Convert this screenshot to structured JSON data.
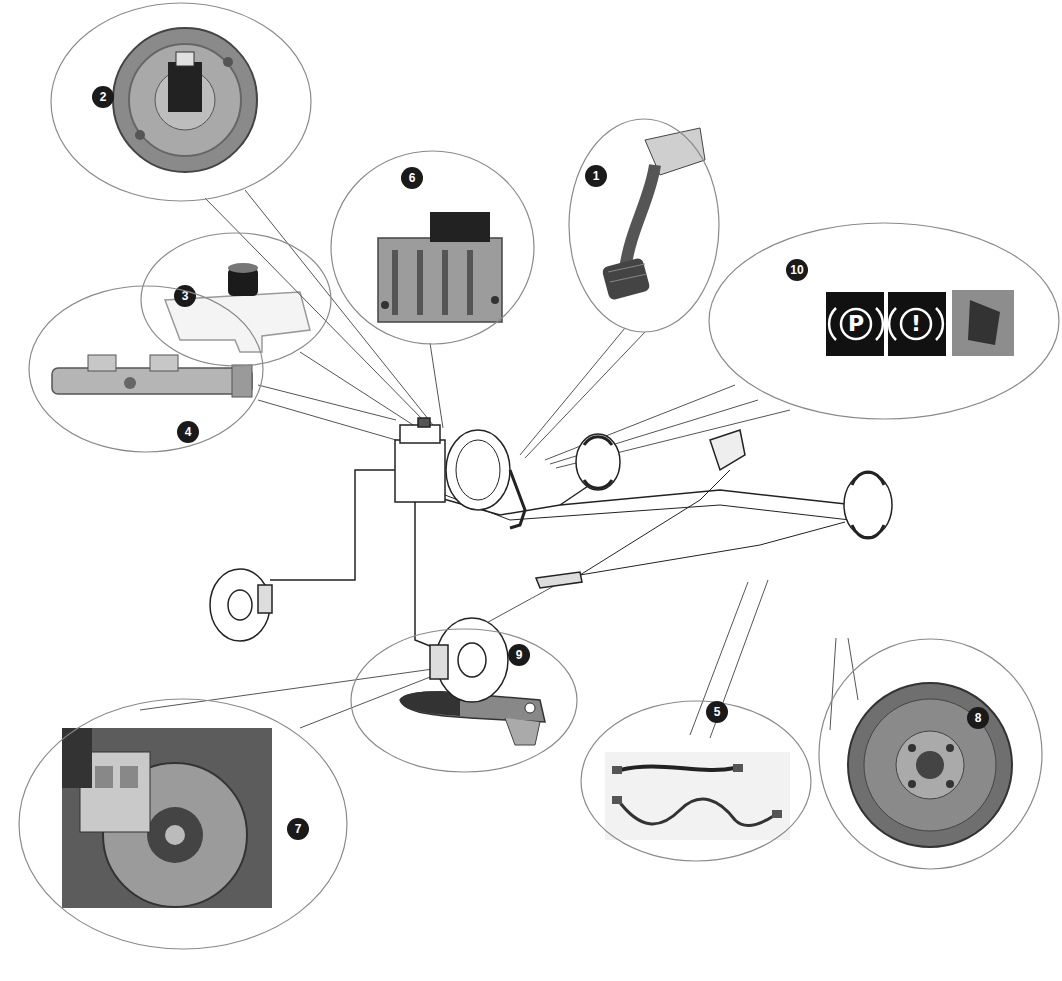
{
  "diagram": {
    "nodes": [
      {
        "text": [
          "2"
        ]
      },
      {
        "text": [
          "6"
        ]
      },
      {
        "text": [
          "1"
        ]
      },
      {
        "text": [
          "10"
        ]
      },
      {
        "text": [
          "3"
        ]
      },
      {
        "text": [
          "4"
        ]
      },
      {
        "text": [
          "9"
        ]
      },
      {
        "text": [
          "5"
        ]
      },
      {
        "text": [
          "8"
        ]
      },
      {
        "text": [
          "7"
        ]
      }
    ],
    "labels": [
      "P",
      "!"
    ]
  }
}
